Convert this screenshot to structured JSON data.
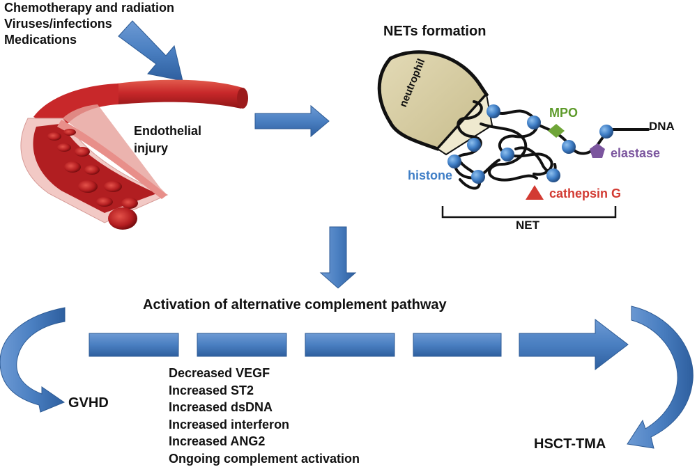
{
  "causes": [
    "Chemotherapy and radiation",
    "Viruses/infections",
    "Medications"
  ],
  "endothelial_label": "Endothelial\ninjury",
  "nets_title": "NETs formation",
  "neutrophil_label": "neutrophil",
  "net_components": {
    "mpo": "MPO",
    "dna": "DNA",
    "elastase": "elastase",
    "histone": "histone",
    "cathepsin": "cathepsin G",
    "net": "NET"
  },
  "pathway_title": "Activation of alternative complement pathway",
  "markers": [
    "Decreased VEGF",
    "Increased ST2",
    "Increased dsDNA",
    "Increased interferon",
    "Increased ANG2",
    "Ongoing complement activation"
  ],
  "outcomes": {
    "left": "GVHD",
    "right": "HSCT-TMA"
  },
  "colors": {
    "arrow_blue": "#4a7fc1",
    "arrow_stroke": "#2c5a94",
    "vessel_red": "#c8282a",
    "mpo_green": "#6fa538",
    "elastase_purple": "#7b559e",
    "histone_blue": "#3f7ec6",
    "cathepsin_red": "#d23a32",
    "neutrophil_fill": "#d8cfa6"
  },
  "icons": [
    "arrow-icon",
    "blood-vessel-icon",
    "neutrophil-icon",
    "histone-icon",
    "mpo-icon",
    "elastase-icon",
    "cathepsin-icon",
    "curved-arrow-icon"
  ]
}
